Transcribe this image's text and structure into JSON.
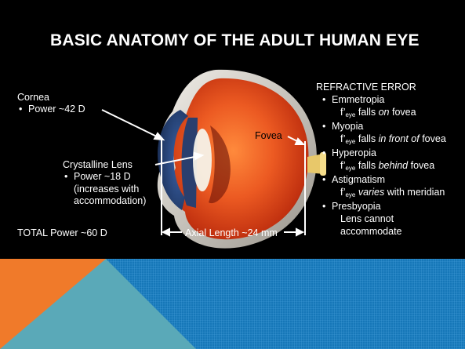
{
  "slide": {
    "title": "BASIC ANATOMY OF THE ADULT HUMAN EYE"
  },
  "labels": {
    "cornea": "Cornea",
    "cornea_power": "Power ~42 D",
    "lens": "Crystalline Lens",
    "lens_power": "Power ~18 D",
    "lens_note_1": "(increases with",
    "lens_note_2": "accommodation)",
    "total_power": "TOTAL Power ~60 D",
    "fovea": "Fovea",
    "axial_length": "Axial Length ~24 mm"
  },
  "refractive": {
    "header": "REFRACTIVE ERROR",
    "f_prefix": "f’",
    "f_sub": "eye",
    "items": [
      {
        "name": "Emmetropia",
        "pre": "falls",
        "em": "on",
        "post": "fovea"
      },
      {
        "name": "Myopia",
        "pre": "falls",
        "em": "in front of",
        "post": "fovea"
      },
      {
        "name": "Hyperopia",
        "pre": "falls",
        "em": "behind",
        "post": "fovea"
      },
      {
        "name": "Astigmatism",
        "pre": "",
        "em": "varies",
        "post": "with meridian"
      }
    ],
    "presbyopia": {
      "name": "Presbyopia",
      "line1": "Lens cannot",
      "line2": "accommodate"
    }
  },
  "colors": {
    "background": "#000000",
    "text": "#ffffff",
    "accent_orange": "#f07a2a",
    "accent_teal": "#5aa9b8",
    "grid_blue": "#1a7fbf",
    "eye_red": "#e0471c"
  },
  "images": [
    {
      "name": "eye-cross-section-illustration"
    }
  ]
}
